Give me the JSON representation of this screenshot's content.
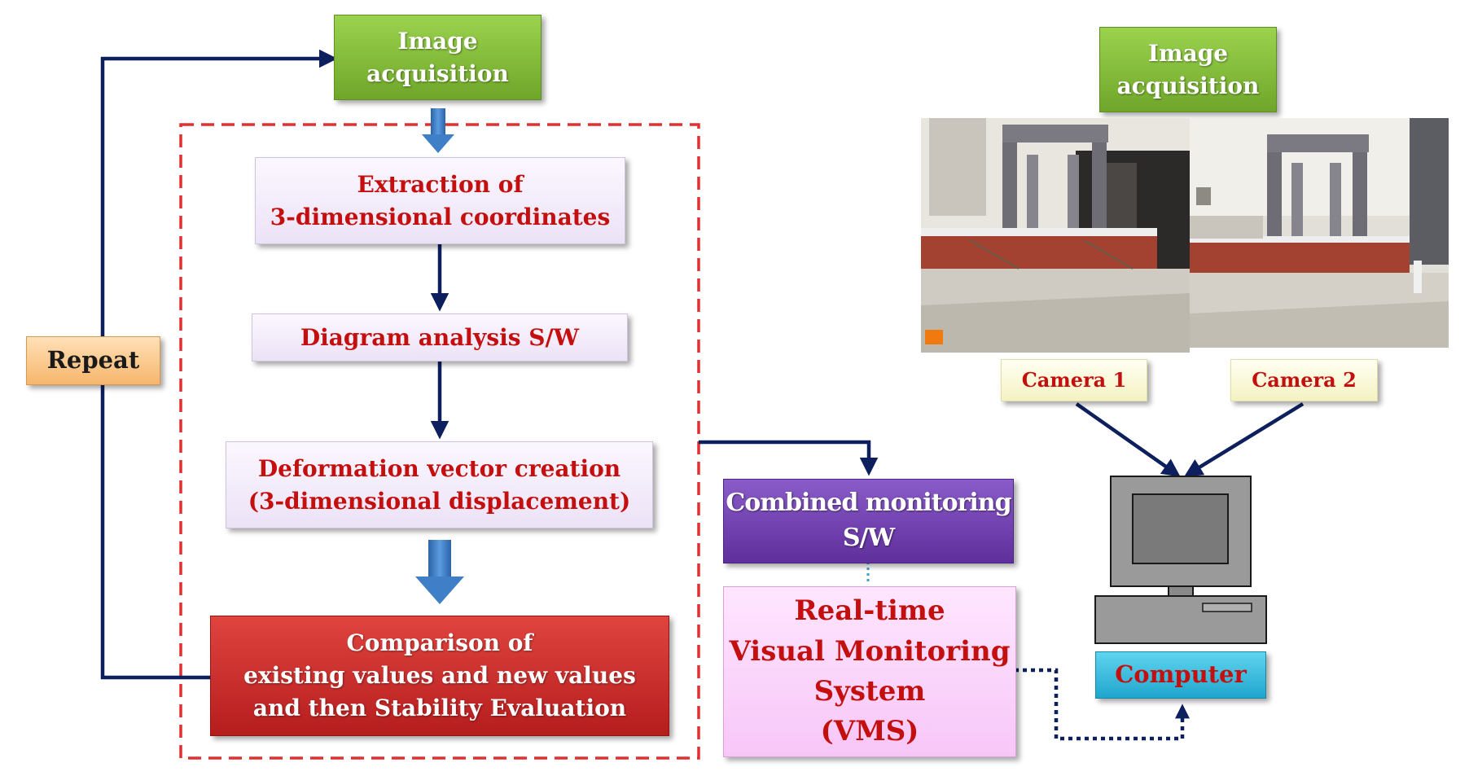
{
  "left_flow": {
    "image_acquisition": "Image\nacquisition",
    "extraction": "Extraction of\n3-dimensional coordinates",
    "diagram_analysis": "Diagram analysis  S/W",
    "deformation": "Deformation vector creation\n(3-dimensional displacement)",
    "comparison": "Comparison of\nexisting values and new values\nand then Stability Evaluation",
    "repeat": "Repeat"
  },
  "middle": {
    "combined_monitoring": "Combined monitoring\nS/W",
    "vms": "Real-time\nVisual Monitoring\nSystem\n(VMS)"
  },
  "right": {
    "image_acquisition": "Image\nacquisition",
    "camera1": "Camera 1",
    "camera2": "Camera 2",
    "computer": "Computer"
  },
  "colors": {
    "arrow_navy": "#0d1f5c",
    "dashed_frame": "#e03030",
    "block_arrow": "#3f7fc8"
  }
}
